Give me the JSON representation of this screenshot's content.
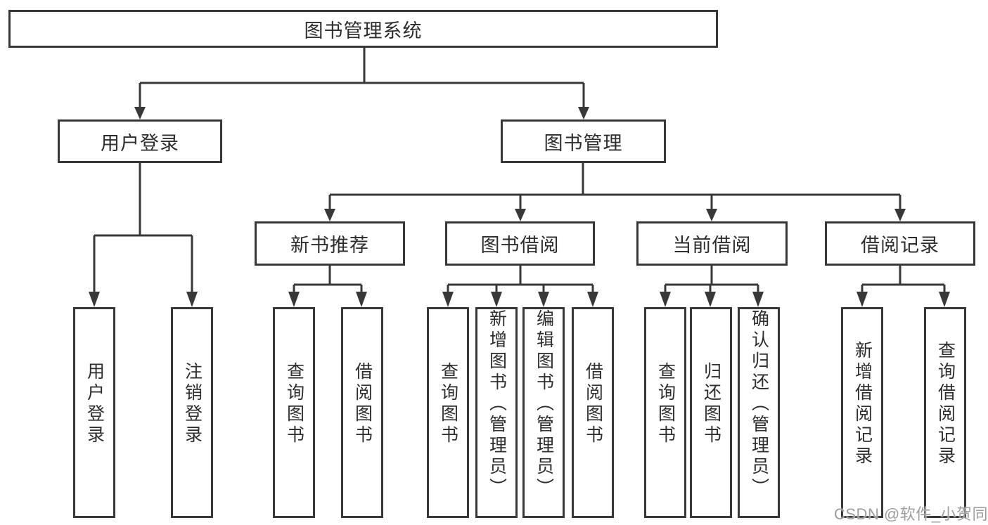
{
  "diagram": {
    "type": "hierarchy-tree",
    "tree": {
      "root": {
        "label": "图书管理系统",
        "children": [
          {
            "label": "用户登录",
            "children": [
              {
                "label": "用户登录"
              },
              {
                "label": "注销登录"
              }
            ]
          },
          {
            "label": "图书管理",
            "children": [
              {
                "label": "新书推荐",
                "children": [
                  {
                    "label": "查询图书"
                  },
                  {
                    "label": "借阅图书"
                  }
                ]
              },
              {
                "label": "图书借阅",
                "children": [
                  {
                    "label": "查询图书"
                  },
                  {
                    "label": "新增图书（管理员）"
                  },
                  {
                    "label": "编辑图书（管理员）"
                  },
                  {
                    "label": "借阅图书"
                  }
                ]
              },
              {
                "label": "当前借阅",
                "children": [
                  {
                    "label": "查询图书"
                  },
                  {
                    "label": "归还图书"
                  },
                  {
                    "label": "确认归还（管理员）"
                  }
                ]
              },
              {
                "label": "借阅记录",
                "children": [
                  {
                    "label": "新增借阅记录"
                  },
                  {
                    "label": "查询借阅记录"
                  }
                ]
              }
            ]
          }
        ]
      }
    }
  },
  "watermark": {
    "text": "CSDN @软件_小贺同学"
  },
  "colors": {
    "line": "#383838",
    "box_border": "#383838",
    "text": "#2d2d2d",
    "box_background": "#ffffff",
    "page_background": "#ffffff",
    "watermark_text": "#9e9e9e"
  }
}
